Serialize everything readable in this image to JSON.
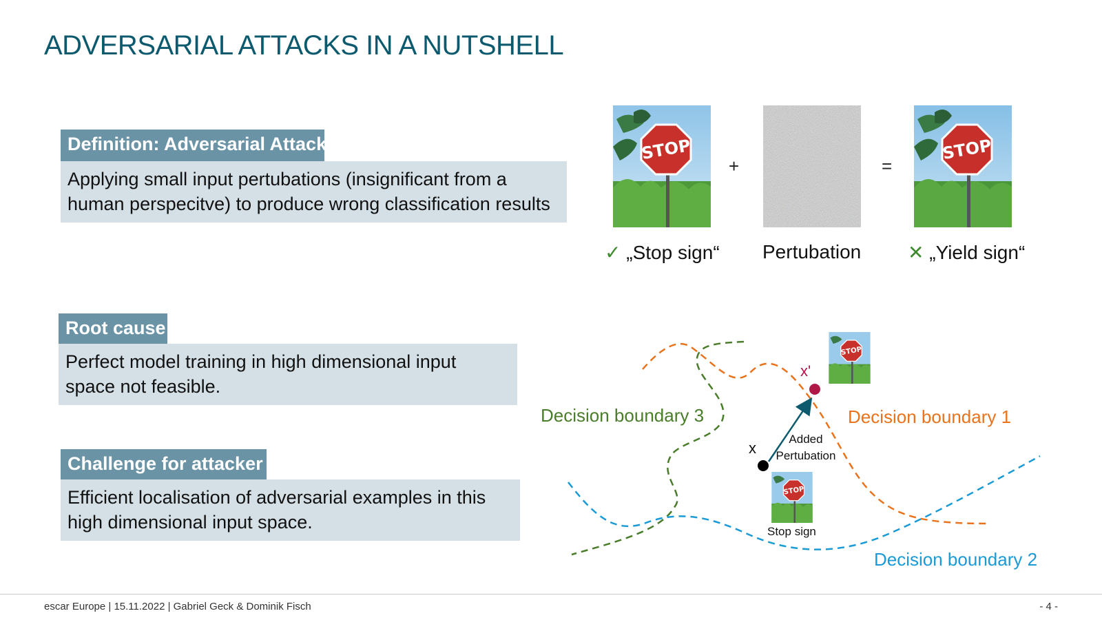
{
  "title": "ADVERSARIAL ATTACKS IN A NUTSHELL",
  "definition": {
    "heading": "Definition: Adversarial Attack",
    "body": "Applying small input pertubations (insignificant from a human perspecitve) to produce wrong classification results"
  },
  "root_cause": {
    "heading": "Root cause",
    "body": "Perfect model training in high dimensional input space not feasible."
  },
  "challenge": {
    "heading": "Challenge for attacker",
    "body": "Efficient localisation of adversarial examples in this high dimensional input space."
  },
  "equation": {
    "plus": "+",
    "equals": "=",
    "stop_sign_text": "STOP",
    "caption_original": "„Stop sign“",
    "caption_perturbation": "Pertubation",
    "caption_adversarial": "„Yield sign“",
    "check_mark": "✓",
    "cross_mark": "✕"
  },
  "diagram": {
    "boundary_1": "Decision boundary 1",
    "boundary_2": "Decision boundary 2",
    "boundary_3": "Decision boundary 3",
    "point_x": "x",
    "point_x_prime": "x'",
    "arrow_label_line1": "Added",
    "arrow_label_line2": "Pertubation",
    "stop_sign_label": "Stop sign",
    "small_stop_text": "STOP"
  },
  "footer": {
    "text": "escar Europe | 15.11.2022 | Gabriel Geck & Dominik Fisch",
    "page": "- 4 -"
  },
  "colors": {
    "title": "#0d5a6e",
    "box_head": "#6b93a6",
    "box_body": "#d4e0e6",
    "boundary_1": "#e8731c",
    "boundary_2": "#1a9ad6",
    "boundary_3": "#4a7d2a",
    "x_prime": "#b01848"
  }
}
